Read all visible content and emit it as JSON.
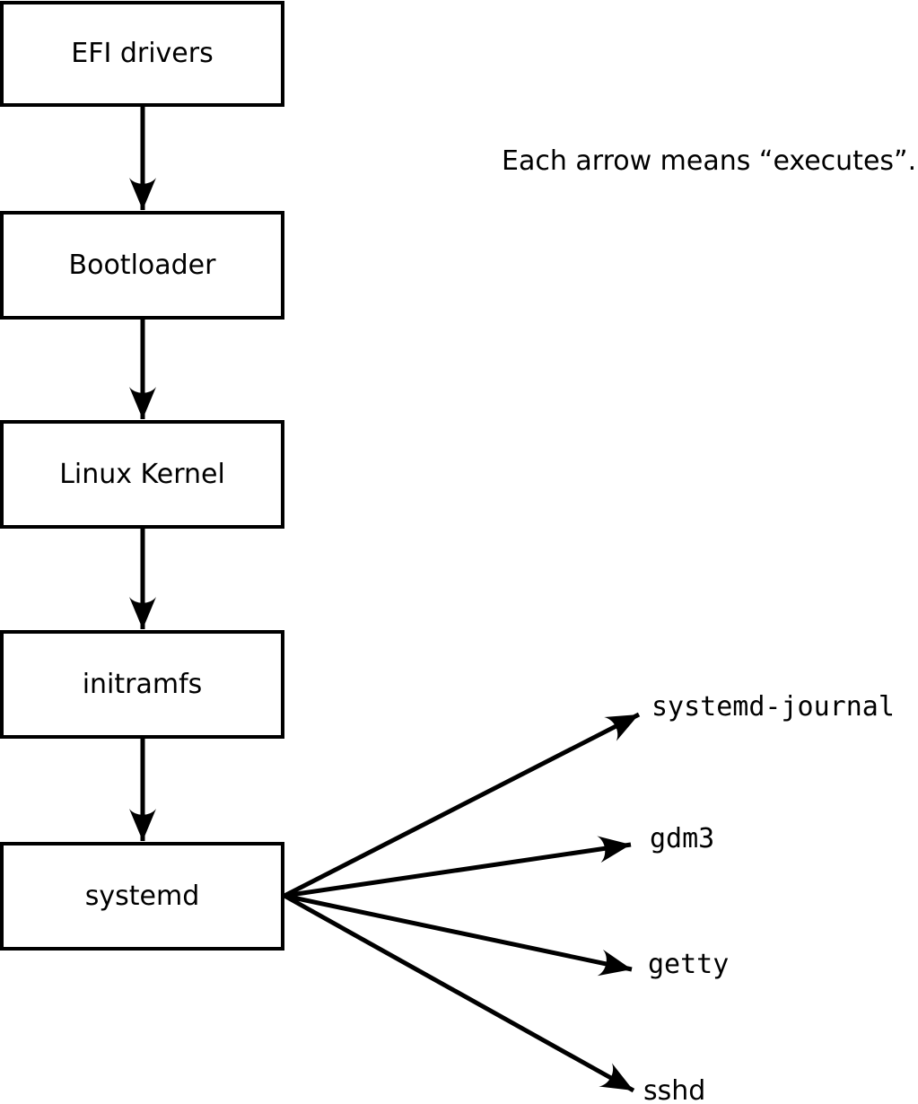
{
  "diagram": {
    "background_color": "#ffffff",
    "stroke_color": "#000000",
    "legend_note": "Each arrow means “executes”.",
    "boot_chain": [
      {
        "label": "EFI drivers"
      },
      {
        "label": "Bootloader"
      },
      {
        "label": "Linux Kernel"
      },
      {
        "label": "initramfs"
      },
      {
        "label": "systemd"
      }
    ],
    "spawned_processes": [
      {
        "label": "systemd-journal"
      },
      {
        "label": "gdm3"
      },
      {
        "label": "getty"
      },
      {
        "label": "sshd"
      }
    ],
    "edges": [
      {
        "from": "EFI drivers",
        "to": "Bootloader",
        "relation": "executes"
      },
      {
        "from": "Bootloader",
        "to": "Linux Kernel",
        "relation": "executes"
      },
      {
        "from": "Linux Kernel",
        "to": "initramfs",
        "relation": "executes"
      },
      {
        "from": "initramfs",
        "to": "systemd",
        "relation": "executes"
      },
      {
        "from": "systemd",
        "to": "systemd-journal",
        "relation": "executes"
      },
      {
        "from": "systemd",
        "to": "gdm3",
        "relation": "executes"
      },
      {
        "from": "systemd",
        "to": "getty",
        "relation": "executes"
      },
      {
        "from": "systemd",
        "to": "sshd",
        "relation": "executes"
      }
    ]
  }
}
